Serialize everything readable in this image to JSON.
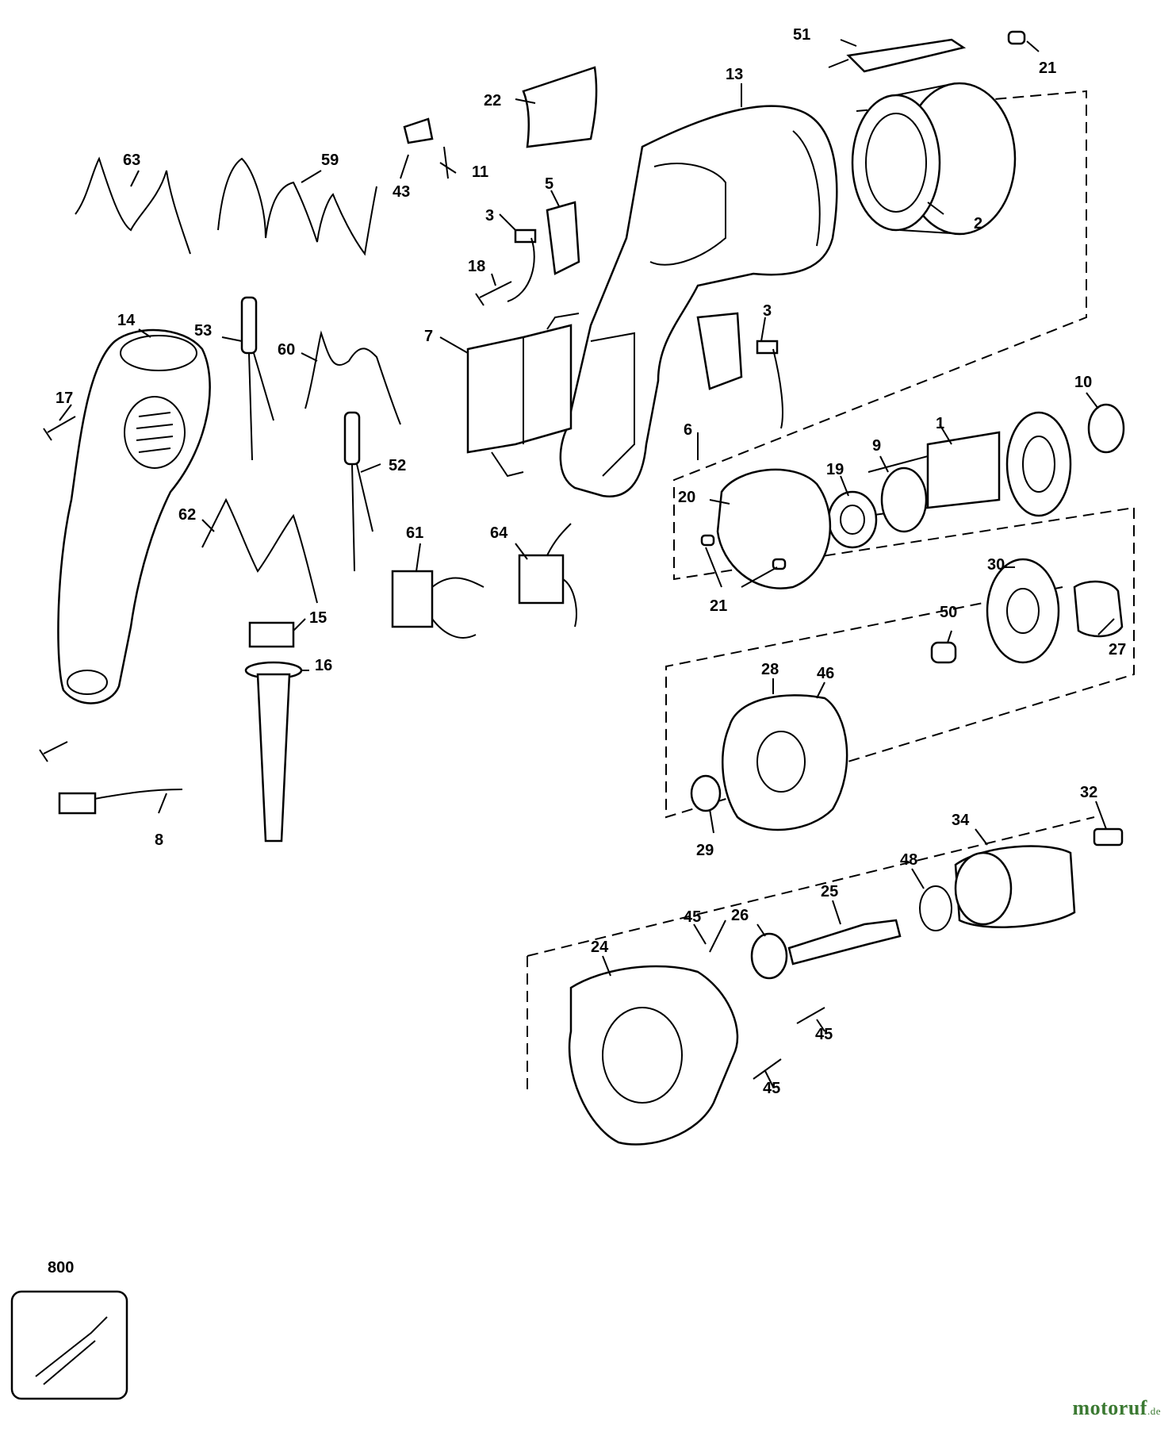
{
  "colors": {
    "line": "#000000",
    "background": "#ffffff",
    "watermark_green": "#3c7a33",
    "watermark_accent": "#d93b2b"
  },
  "watermark": {
    "main": "motoruf",
    "suffix": ".de"
  },
  "labels": {
    "l1": "1",
    "l2": "2",
    "l3a": "3",
    "l3b": "3",
    "l5": "5",
    "l6": "6",
    "l7": "7",
    "l8": "8",
    "l9": "9",
    "l10": "10",
    "l11": "11",
    "l13": "13",
    "l14": "14",
    "l15": "15",
    "l16": "16",
    "l17": "17",
    "l18": "18",
    "l19": "19",
    "l20": "20",
    "l21a": "21",
    "l21b": "21",
    "l22": "22",
    "l24": "24",
    "l25": "25",
    "l26": "26",
    "l27": "27",
    "l28": "28",
    "l29": "29",
    "l30": "30",
    "l32": "32",
    "l34": "34",
    "l43": "43",
    "l45a": "45",
    "l45b": "45",
    "l45c": "45",
    "l46": "46",
    "l48": "48",
    "l50": "50",
    "l51": "51",
    "l52": "52",
    "l53": "53",
    "l59": "59",
    "l60": "60",
    "l61": "61",
    "l62": "62",
    "l63": "63",
    "l64": "64",
    "l800": "800"
  }
}
